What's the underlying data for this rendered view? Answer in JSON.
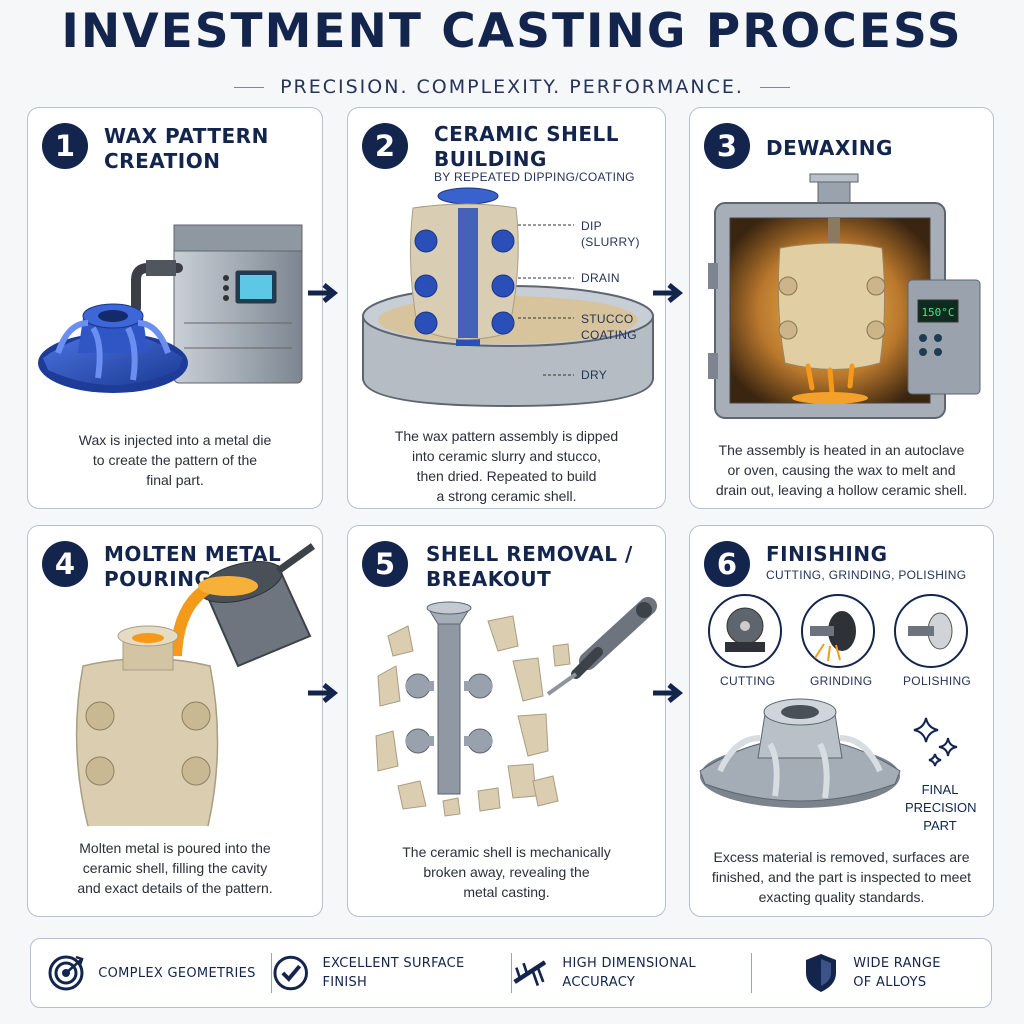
{
  "header": {
    "title": "INVESTMENT CASTING PROCESS",
    "subtitle": "PRECISION. COMPLEXITY. PERFORMANCE."
  },
  "steps": [
    {
      "number": "1",
      "title_line1": "WAX PATTERN",
      "title_line2": "CREATION",
      "description_lines": [
        "Wax is injected into a metal die",
        "to create the pattern of the",
        "final part."
      ]
    },
    {
      "number": "2",
      "title_line1": "CERAMIC SHELL",
      "title_line2": "BUILDING",
      "subtitle": "BY REPEATED DIPPING/COATING",
      "callouts": [
        "DIP",
        "(SLURRY)",
        "DRAIN",
        "STUCCO",
        "COATING",
        "DRY"
      ],
      "description_lines": [
        "The wax pattern assembly is dipped",
        "into ceramic slurry and stucco,",
        "then dried. Repeated to build",
        "a strong ceramic shell."
      ]
    },
    {
      "number": "3",
      "title_line1": "DEWAXING",
      "oven_display": "150°C",
      "description_lines": [
        "The assembly is heated in an autoclave",
        "or oven, causing the wax to melt and",
        "drain out, leaving a hollow ceramic shell."
      ]
    },
    {
      "number": "4",
      "title_line1": "MOLTEN METAL",
      "title_line2": "POURING",
      "description_lines": [
        "Molten metal is poured into the",
        "ceramic shell, filling the cavity",
        "and exact details of the pattern."
      ]
    },
    {
      "number": "5",
      "title_line1": "SHELL REMOVAL /",
      "title_line2": "BREAKOUT",
      "description_lines": [
        "The ceramic shell is mechanically",
        "broken away, revealing the",
        "metal casting."
      ]
    },
    {
      "number": "6",
      "title_line1": "FINISHING",
      "subtitle": "CUTTING, GRINDING, POLISHING",
      "tools": [
        "CUTTING",
        "GRINDING",
        "POLISHING"
      ],
      "final_label_lines": [
        "FINAL",
        "PRECISION",
        "PART"
      ],
      "description_lines": [
        "Excess material is removed, surfaces are",
        "finished, and the part is inspected to meet",
        "exacting quality standards."
      ]
    }
  ],
  "features": [
    {
      "icon": "target-icon",
      "label_lines": [
        "COMPLEX GEOMETRIES"
      ]
    },
    {
      "icon": "check-circle-icon",
      "label_lines": [
        "EXCELLENT SURFACE FINISH"
      ]
    },
    {
      "icon": "caliper-icon",
      "label_lines": [
        "HIGH DIMENSIONAL ACCURACY"
      ]
    },
    {
      "icon": "shield-icon",
      "label_lines": [
        "WIDE RANGE",
        "OF ALLOYS"
      ]
    }
  ],
  "colors": {
    "navy": "#13254d",
    "wax_blue": "#2a4fb8",
    "steel": "#9aa3ad",
    "ceramic": "#d9ceb4",
    "molten": "#f39a1a"
  }
}
